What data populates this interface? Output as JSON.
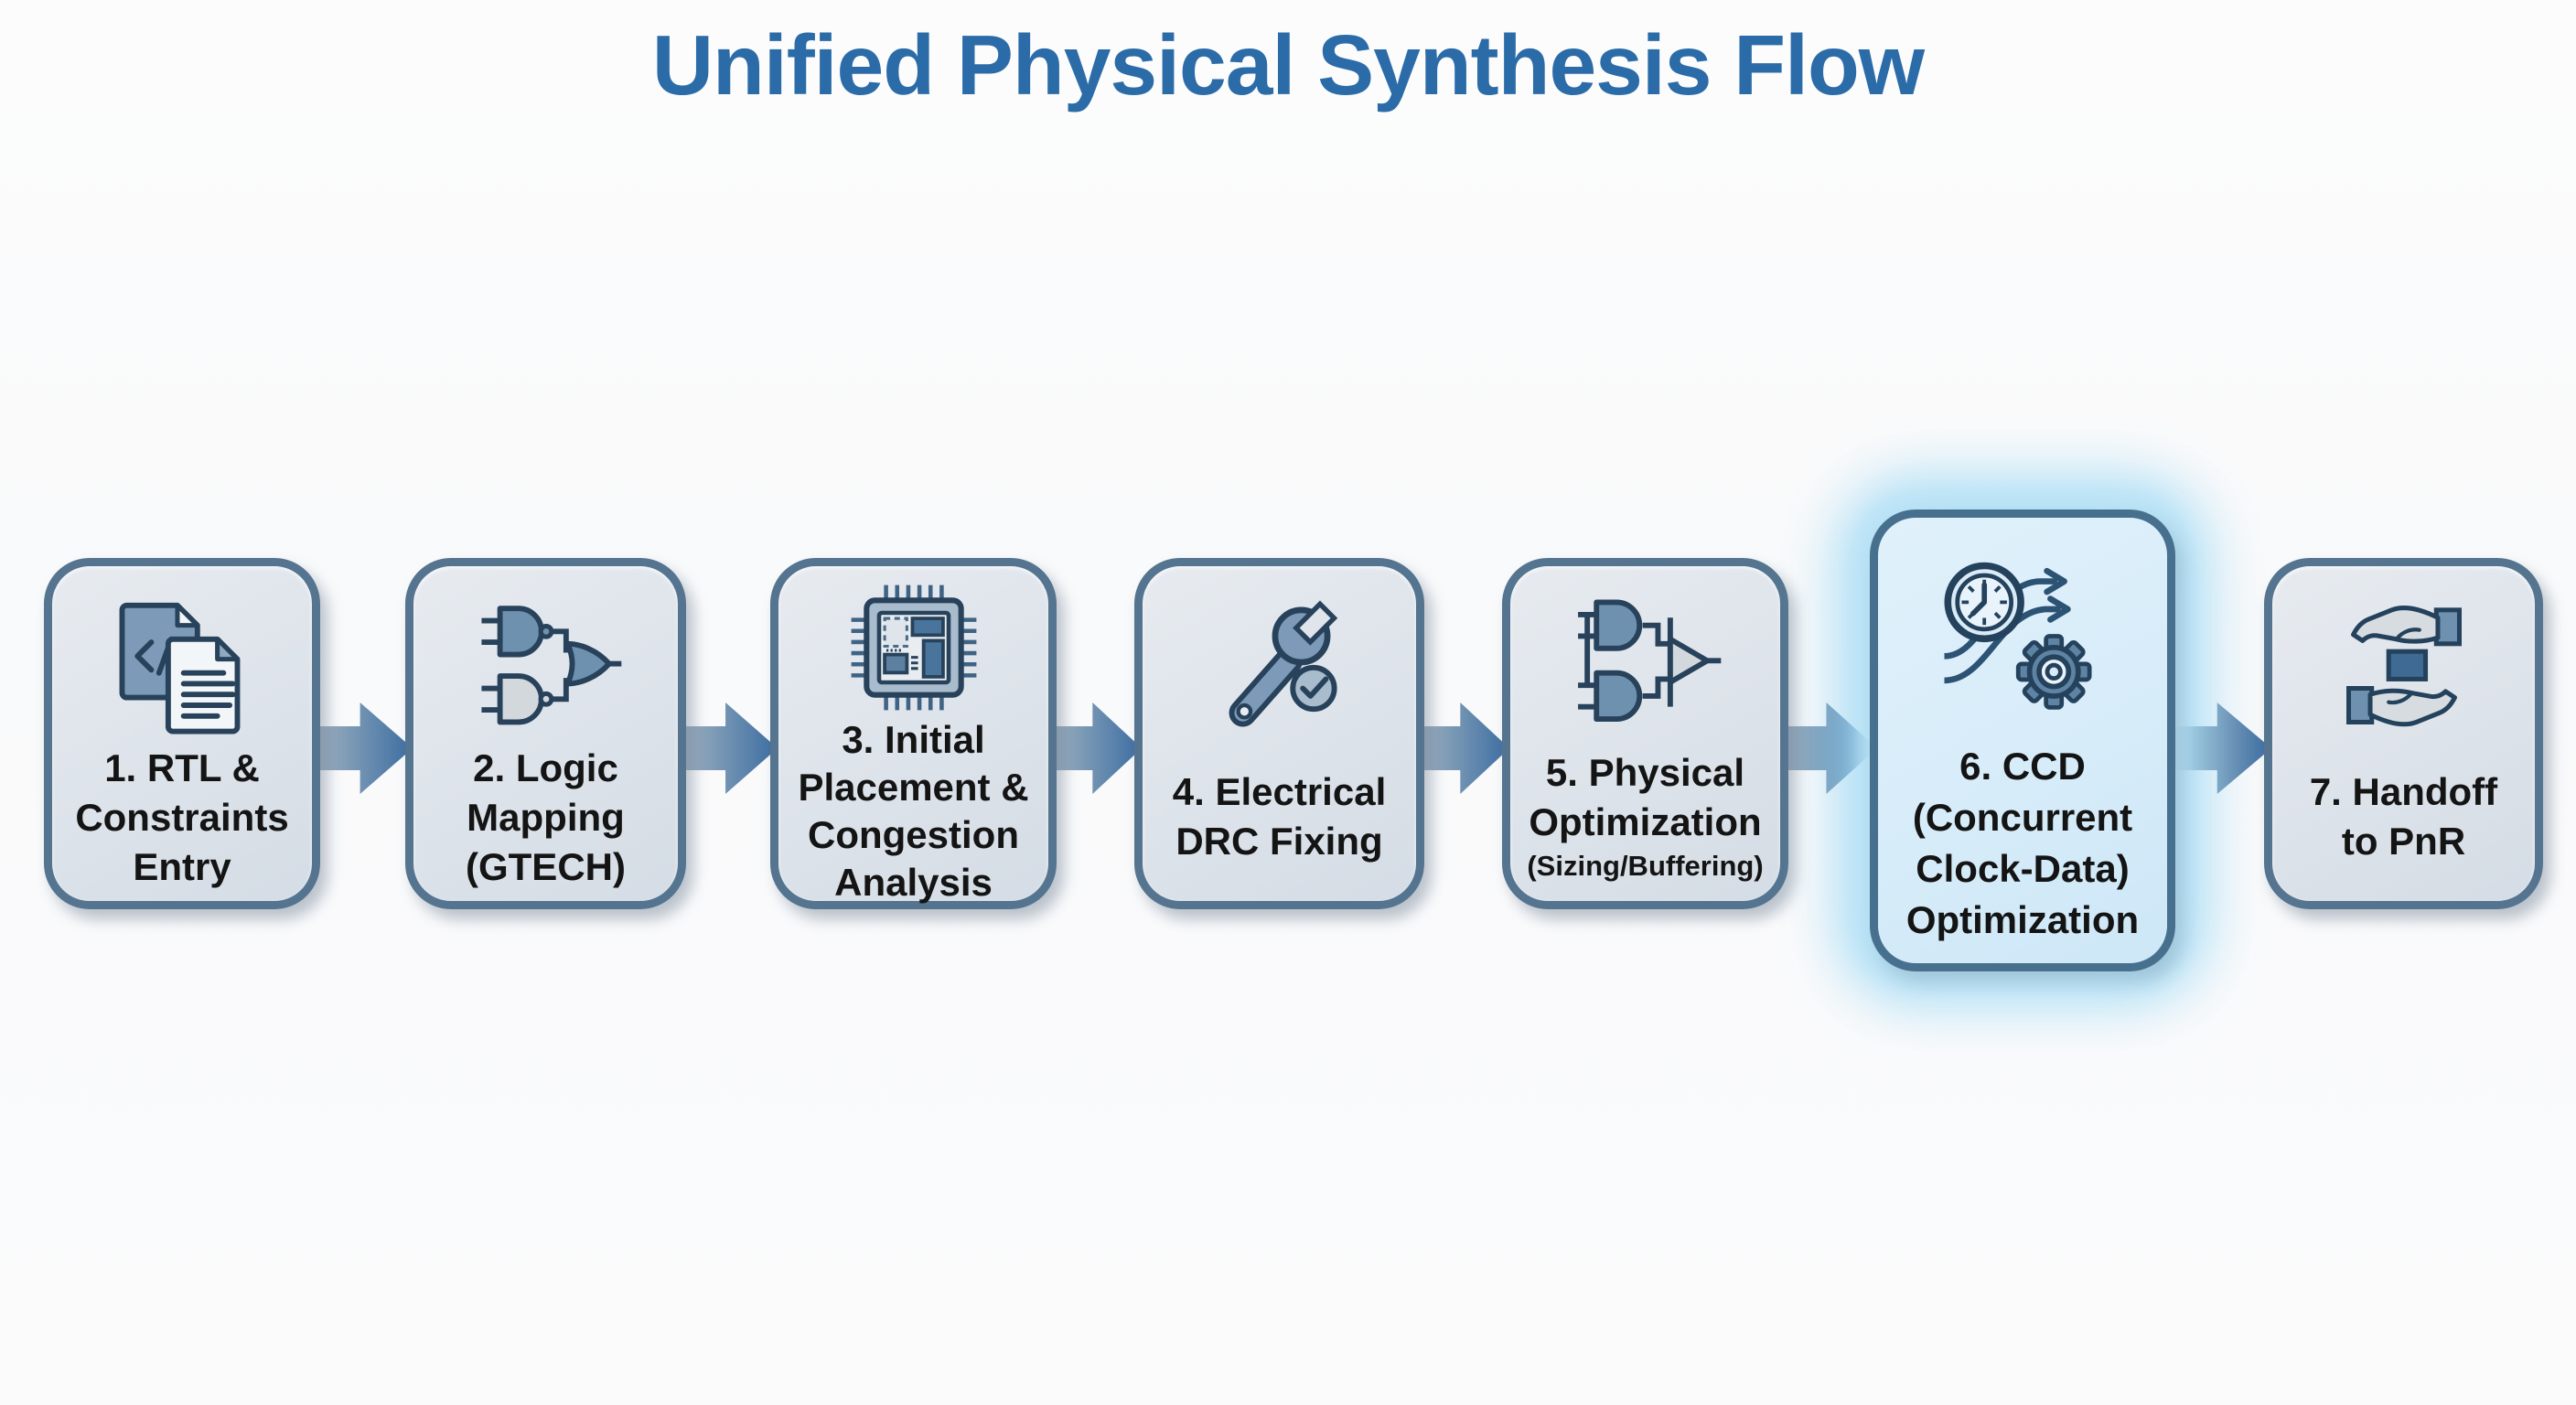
{
  "title": {
    "text": "Unified Physical Synthesis Flow"
  },
  "flow": {
    "direction": "left-to-right",
    "connector_count": 6,
    "steps": [
      {
        "id": 1,
        "icon": "code-documents-icon",
        "highlighted": false,
        "lines": [
          "1. RTL &",
          "Constraints",
          "Entry"
        ]
      },
      {
        "id": 2,
        "icon": "logic-gates-icon",
        "highlighted": false,
        "lines": [
          "2. Logic",
          "Mapping",
          "(GTECH)"
        ]
      },
      {
        "id": 3,
        "icon": "chip-floorplan-icon",
        "highlighted": false,
        "lines": [
          "3. Initial",
          "Placement &",
          "Congestion",
          "Analysis"
        ]
      },
      {
        "id": 4,
        "icon": "wrench-check-icon",
        "highlighted": false,
        "lines": [
          "4. Electrical",
          "DRC Fixing"
        ]
      },
      {
        "id": 5,
        "icon": "gates-buffer-icon",
        "highlighted": false,
        "lines": [
          "5. Physical",
          "Optimization"
        ],
        "small_line": "(Sizing/Buffering)"
      },
      {
        "id": 6,
        "icon": "clock-gear-icon",
        "highlighted": true,
        "lines": [
          "6. CCD",
          "(Concurrent",
          "Clock-Data)",
          "Optimization"
        ]
      },
      {
        "id": 7,
        "icon": "handoff-hands-icon",
        "highlighted": false,
        "lines": [
          "7. Handoff",
          "to PnR"
        ]
      }
    ]
  },
  "colors": {
    "title_text": "#2b6ca8",
    "box_fill": "#dde3ea",
    "box_border": "#54748f",
    "highlight_fill": "#d7ecf9",
    "highlight_glow": "#aadef4",
    "arrow_gradient_start": "#b6bfc8",
    "arrow_gradient_end": "#3c6da2",
    "label_text": "#141414",
    "icon_outline": "#27425a",
    "icon_steel": "#6f91b0"
  }
}
